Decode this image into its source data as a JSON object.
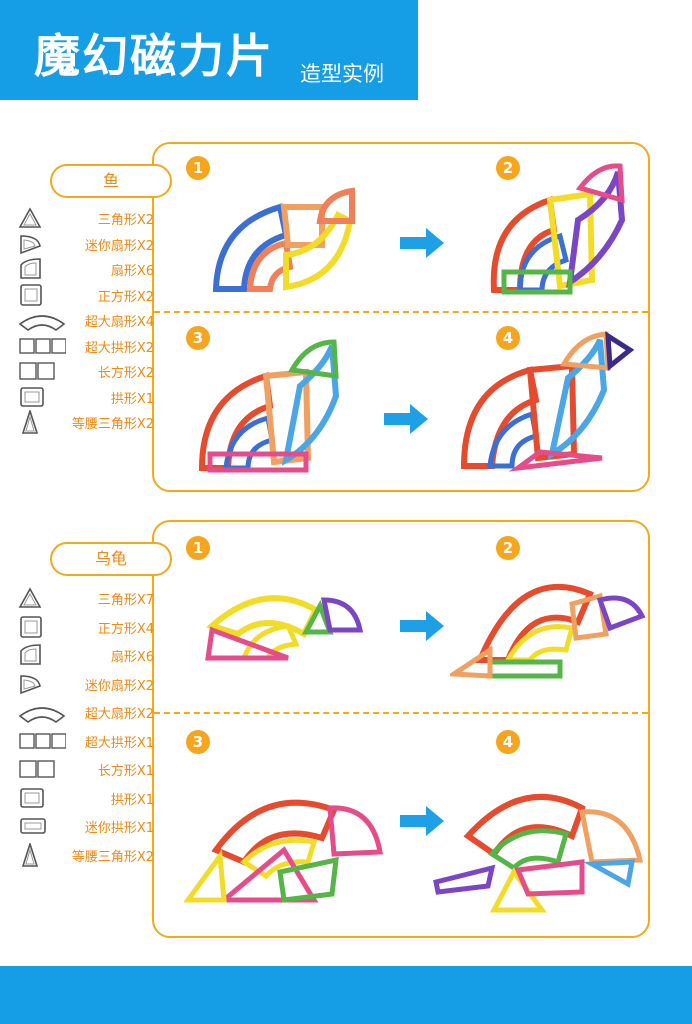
{
  "header": {
    "title": "魔幻磁力片",
    "subtitle": "造型实例"
  },
  "steps": [
    "1",
    "2",
    "3",
    "4"
  ],
  "fish": {
    "name": "鱼",
    "parts": [
      {
        "icon": "triangle-icon",
        "label": "三角形X2"
      },
      {
        "icon": "mini-fan-icon",
        "label": "迷你扇形X2"
      },
      {
        "icon": "fan-icon",
        "label": "扇形X6"
      },
      {
        "icon": "square-icon",
        "label": "正方形X2"
      },
      {
        "icon": "super-fan-icon",
        "label": "超大扇形X4"
      },
      {
        "icon": "super-arch-icon",
        "label": "超大拱形X2"
      },
      {
        "icon": "rectangle-icon",
        "label": "长方形X2"
      },
      {
        "icon": "arch-icon",
        "label": "拱形X1"
      },
      {
        "icon": "isosceles-triangle-icon",
        "label": "等腰三角形X2"
      }
    ]
  },
  "turtle": {
    "name": "乌龟",
    "parts": [
      {
        "icon": "triangle-icon",
        "label": "三角形X7"
      },
      {
        "icon": "square-icon",
        "label": "正方形X4"
      },
      {
        "icon": "fan-icon",
        "label": "扇形X6"
      },
      {
        "icon": "mini-fan-icon",
        "label": "迷你扇形X2"
      },
      {
        "icon": "super-fan-icon",
        "label": "超大扇形X2"
      },
      {
        "icon": "super-arch-icon",
        "label": "超大拱形X1"
      },
      {
        "icon": "rectangle-icon",
        "label": "长方形X1"
      },
      {
        "icon": "arch-icon",
        "label": "拱形X1"
      },
      {
        "icon": "mini-arch-icon",
        "label": "迷你拱形X1"
      },
      {
        "icon": "isosceles-triangle-icon",
        "label": "等腰三角形X2"
      }
    ]
  },
  "colors": {
    "accent": "#f2a91d",
    "brand": "#159ee6",
    "label": "#ef8a14"
  }
}
